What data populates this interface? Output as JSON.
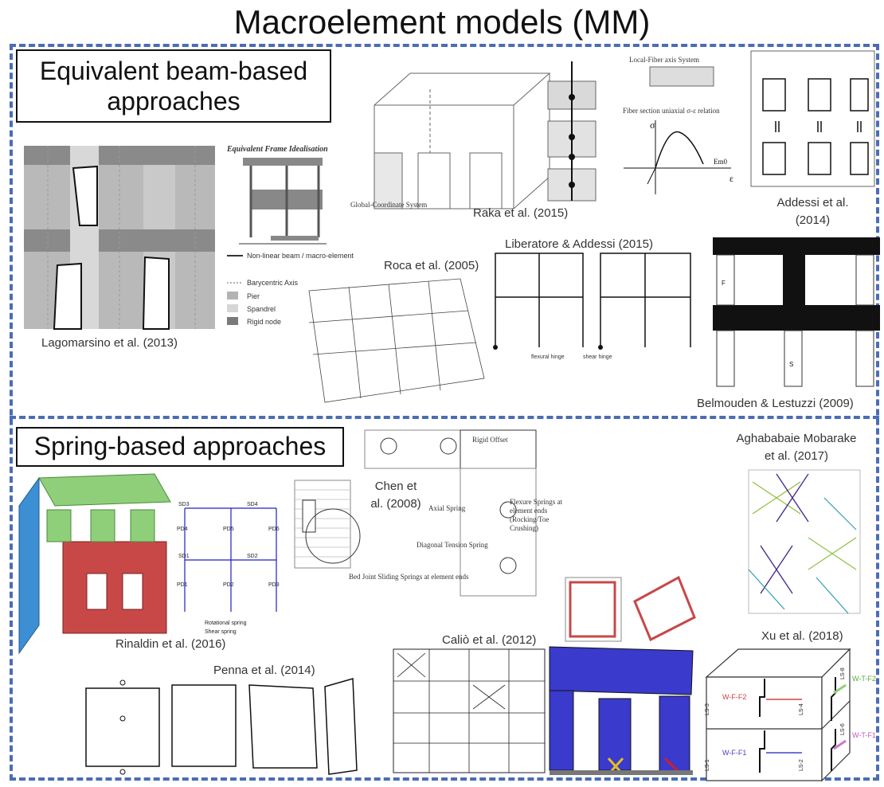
{
  "title": "Macroelement models (MM)",
  "sections": {
    "beam": {
      "label_line1": "Equivalent beam-based",
      "label_line2": "approaches"
    },
    "spring": {
      "label": "Spring-based approaches"
    }
  },
  "captions": {
    "lagomarsino": "Lagomarsino et al. (2013)",
    "raka": "Raka et al. (2015)",
    "addessi_line1": "Addessi et al.",
    "addessi_line2": "(2014)",
    "roca": "Roca et al. (2005)",
    "liberatore": "Liberatore & Addessi (2015)",
    "belmouden": "Belmouden & Lestuzzi (2009)",
    "chen_line1": "Chen et",
    "chen_line2": "al. (2008)",
    "aghababaie_line1": "Aghababaie Mobarake",
    "aghababaie_line2": "et al. (2017)",
    "rinaldin": "Rinaldin et al. (2016)",
    "calio": "Caliò et al. (2012)",
    "xu": "Xu et al. (2018)",
    "penna": "Penna et al. (2014)"
  },
  "figure_text": {
    "equiv_frame_title": "Equivalent Frame Idealisation",
    "legend_nonlinear": "Non-linear beam / macro-element",
    "legend_barycentric": "Barycentric Axis",
    "legend_pier": "Pier",
    "legend_spandrel": "Spandrel",
    "legend_rigid": "Rigid node",
    "global_coord": "Global-Coordinate System",
    "local_fiber": "Local-Fiber axis System",
    "fiber_relation": "Fiber section uniaxial σ-ε relation",
    "sigma": "σ",
    "epsilon": "ε",
    "em0": "Em0",
    "flexural_hinge": "flexural hinge",
    "shear_hinge": "shear hinge",
    "rigid_offset": "Rigid Offset",
    "axial_spring": "Axial Spring",
    "diagonal_tension": "Diagonal Tension Spring",
    "bed_joint": "Bed Joint Sliding Springs at element ends",
    "flexure_springs": "Flexure Springs at element ends (Rocking/Toe Crushing)",
    "rotational_spring": "Rotational spring",
    "shear_spring": "Shear spring",
    "sd3": "SD3",
    "sd4": "SD4",
    "sd1": "SD1",
    "sd2": "SD2",
    "pd4": "PD4",
    "pd5": "PD5",
    "pd6": "PD6",
    "pd1": "PD1",
    "pd2": "PD2",
    "pd3": "PD3",
    "wff2": "W-F-F2",
    "wff1": "W-F-F1",
    "wtf2": "W-T-F2",
    "wtf1": "W-T-F1",
    "ls3": "LS-3",
    "ls4": "LS-4",
    "ls8": "LS-8",
    "ls1": "LS-1",
    "ls2": "LS-2",
    "ls6": "LS-6",
    "f_label": "F",
    "s_label": "S"
  },
  "colors": {
    "dash_blue": "#4a6db5",
    "rinaldin_green": "#8fcf7a",
    "rinaldin_red": "#c84848",
    "rinaldin_blue": "#3d8fd4",
    "calio_blue": "#3a3acc"
  }
}
